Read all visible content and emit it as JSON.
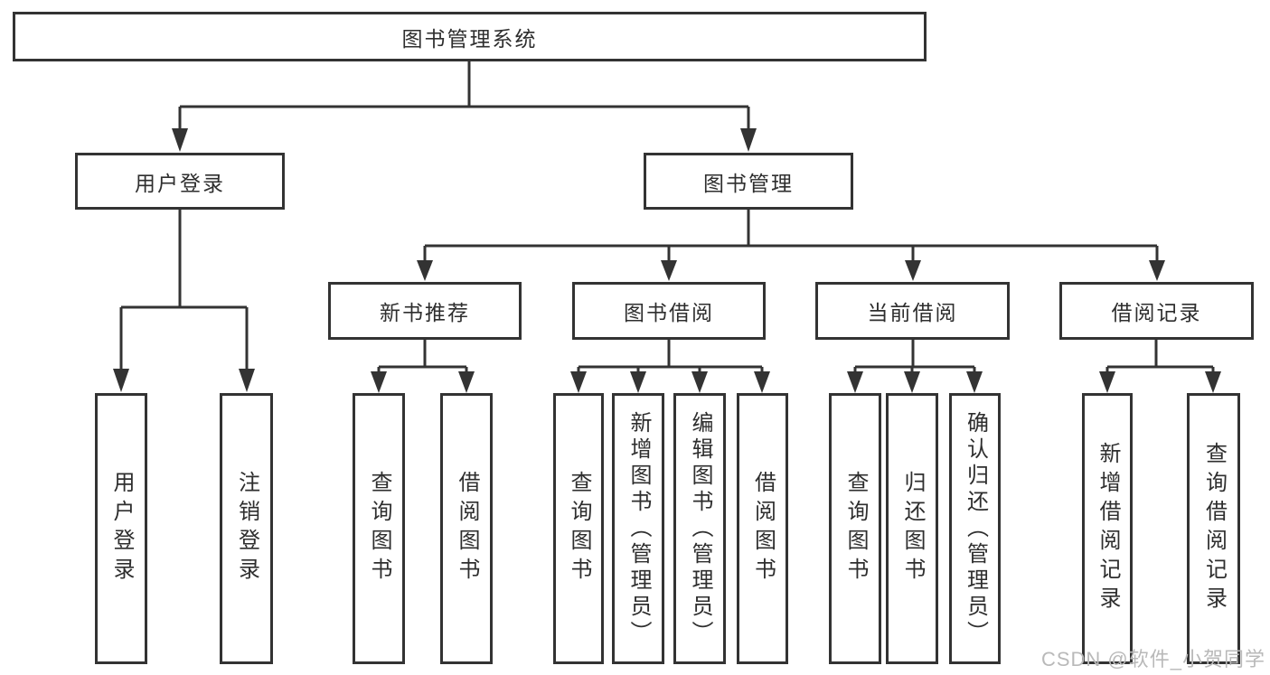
{
  "diagram": {
    "title": "图书管理系统",
    "branches": {
      "user_login": {
        "label": "用户登录",
        "children": [
          "用户登录",
          "注销登录"
        ]
      },
      "book_mgmt": {
        "label": "图书管理"
      }
    },
    "modules": [
      {
        "label": "新书推荐",
        "children": [
          "查询图书",
          "借阅图书"
        ]
      },
      {
        "label": "图书借阅",
        "children": [
          "查询图书",
          "新增图书（管理员）",
          "编辑图书（管理员）",
          "借阅图书"
        ]
      },
      {
        "label": "当前借阅",
        "children": [
          "查询图书",
          "归还图书",
          "确认归还（管理员）"
        ]
      },
      {
        "label": "借阅记录",
        "children": [
          "新增借阅记录",
          "查询借阅记录"
        ]
      }
    ]
  },
  "watermark": "CSDN @软件_小贺同学",
  "colors": {
    "line": "#333333",
    "box_border": "#333333",
    "box_fill": "#ffffff",
    "text": "#2e2e2e",
    "watermark_text": "#b9b9b9",
    "background": "#ffffff"
  }
}
